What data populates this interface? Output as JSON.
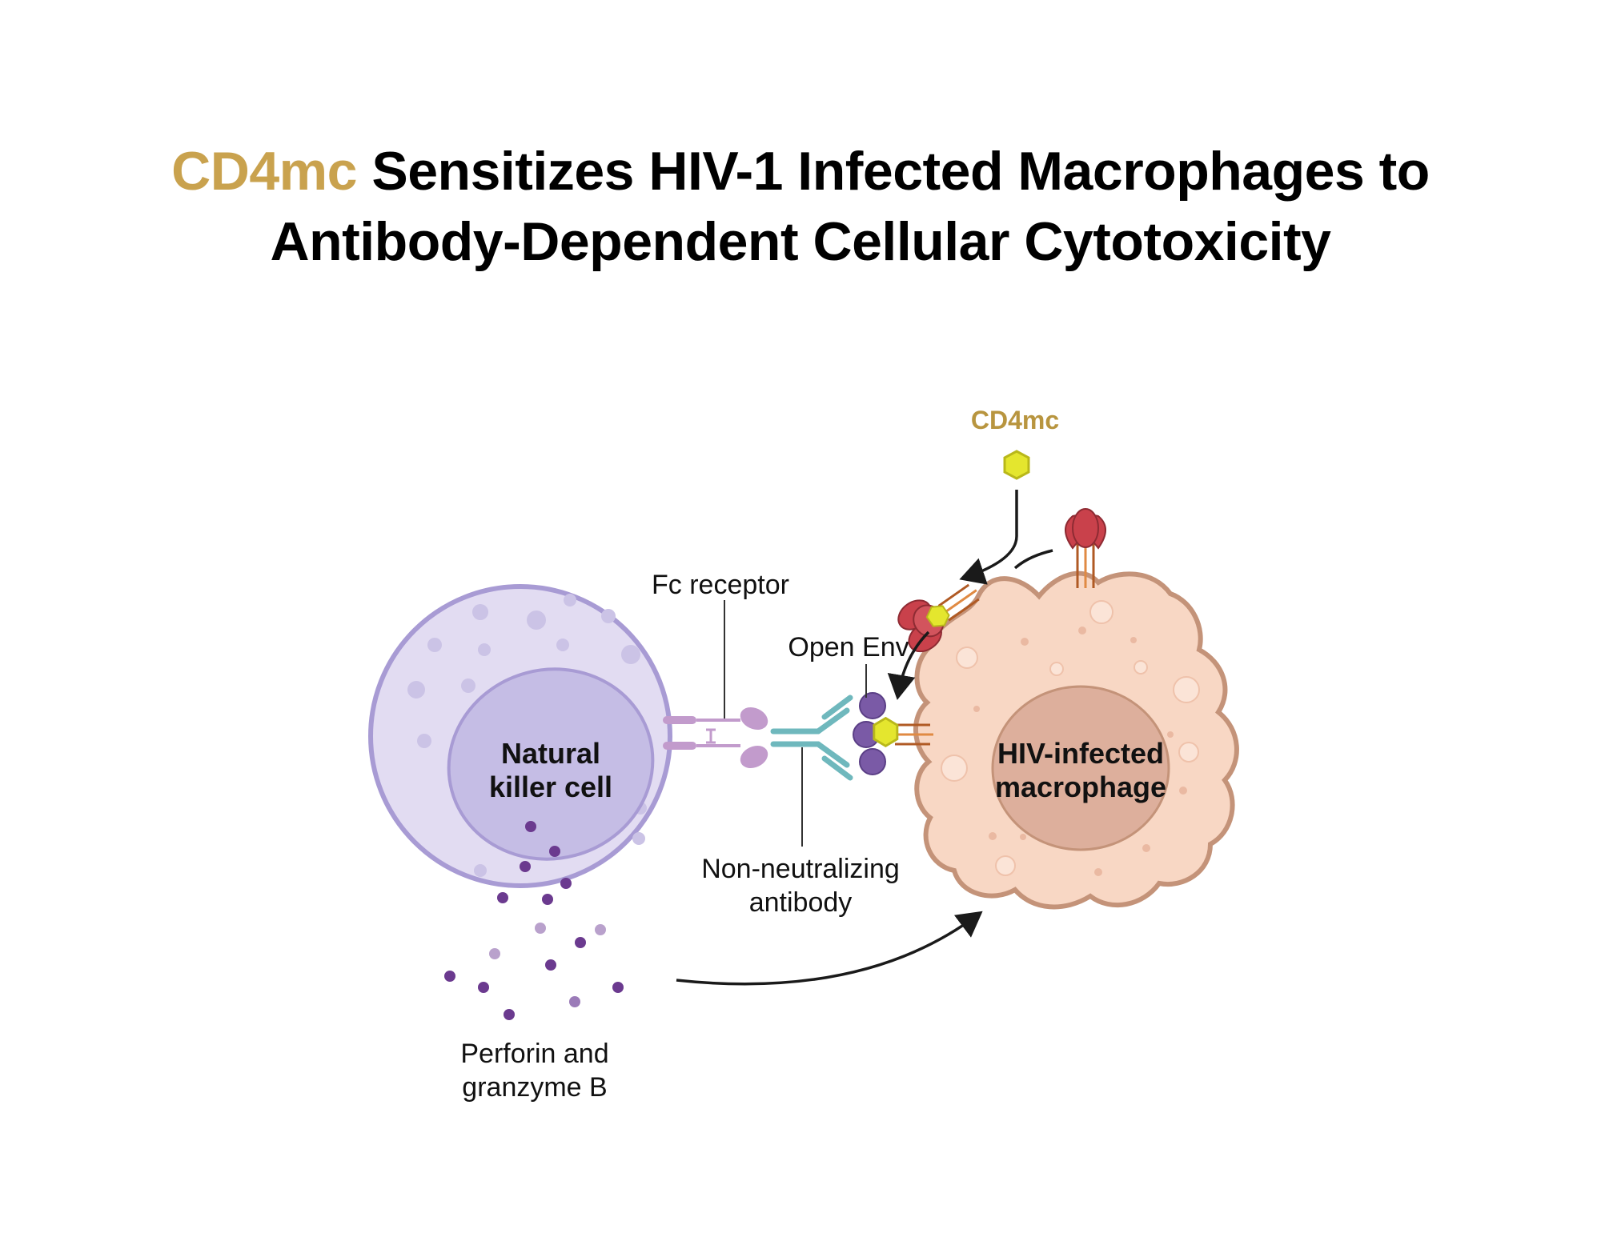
{
  "title": {
    "highlight": "CD4mc",
    "line1_rest": " Sensitizes HIV-1 Infected Macrophages to",
    "line2": "Antibody-Dependent Cellular Cytotoxicity",
    "highlight_color": "#c9a24e"
  },
  "labels": {
    "nk_line1": "Natural",
    "nk_line2": "killer cell",
    "macro_line1": "HIV-infected",
    "macro_line2": "macrophage",
    "fc_receptor": "Fc receptor",
    "open_env": "Open Env",
    "antibody_line1": "Non-neutralizing",
    "antibody_line2": "antibody",
    "perforin_line1": "Perforin and",
    "perforin_line2": "granzyme B",
    "cd4mc": "CD4mc"
  },
  "colors": {
    "nk_membrane": "#a89bd4",
    "nk_cytoplasm": "#e2dcf2",
    "nk_nucleus": "#c5bde5",
    "macro_membrane": "#c49379",
    "macro_cytoplasm": "#f8d7c4",
    "macro_nucleus": "#ddaf9c",
    "antibody": "#6fb8bd",
    "fc_receptor": "#c29bcc",
    "env_trimer": "#c9414b",
    "open_env": "#7a5aa6",
    "cd4mc": "#e4e62e",
    "granule": "#6b3a8f"
  },
  "icons": [
    "cd4mc-hexagon-icon",
    "env-trimer-icon",
    "antibody-icon",
    "fc-receptor-icon",
    "arrow-icon"
  ]
}
